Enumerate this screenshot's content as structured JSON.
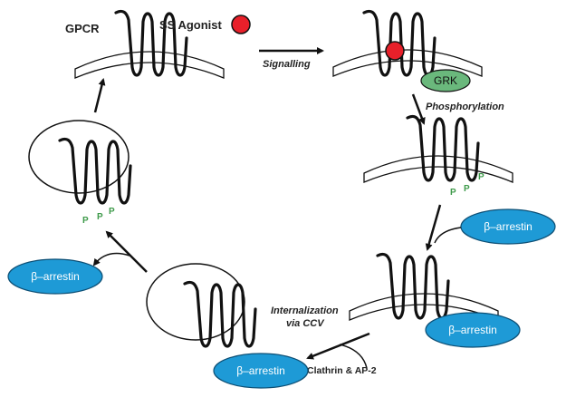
{
  "labels": {
    "gpcr": "GPCR",
    "ss_agonist": "SS Agonist",
    "signalling": "Signalling",
    "phosphorylation": "Phosphorylation",
    "grk": "GRK",
    "p": "P",
    "beta_arrestin": "β–arrestin",
    "internalization": "Internalization",
    "via_ccv": "via CCV",
    "clathrin_ap2": "Clathrin & AP-2"
  },
  "colors": {
    "agonist": "#e8202a",
    "grk": "#6ab87c",
    "beta_arrestin": "#1e9ad6",
    "phosphate": "#3e9a4a",
    "line": "#111111"
  }
}
